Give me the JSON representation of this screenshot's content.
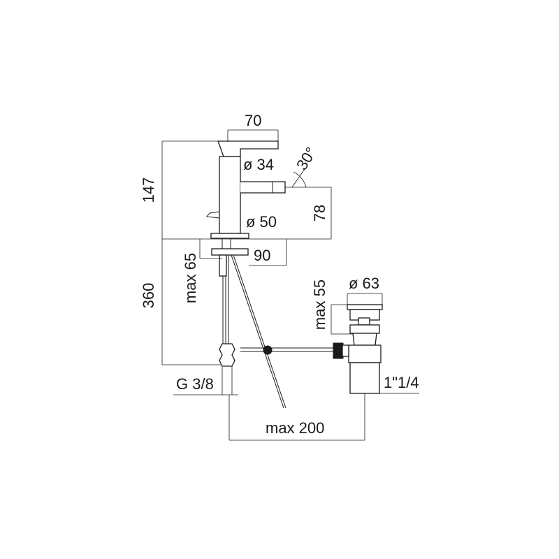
{
  "dimensions": {
    "spout_length": "70",
    "body_height": "147",
    "body_diameter": "ø 34",
    "tilt_angle": "30°",
    "spout_height": "78",
    "base_diameter": "ø 50",
    "base_width": "90",
    "max_deck_thickness": "max 65",
    "hose_length": "360",
    "waste_diameter": "ø 63",
    "waste_max_thickness": "max 55",
    "hose_thread": "G 3/8",
    "waste_thread": "1\"1/4",
    "max_rod_distance": "max 200"
  }
}
